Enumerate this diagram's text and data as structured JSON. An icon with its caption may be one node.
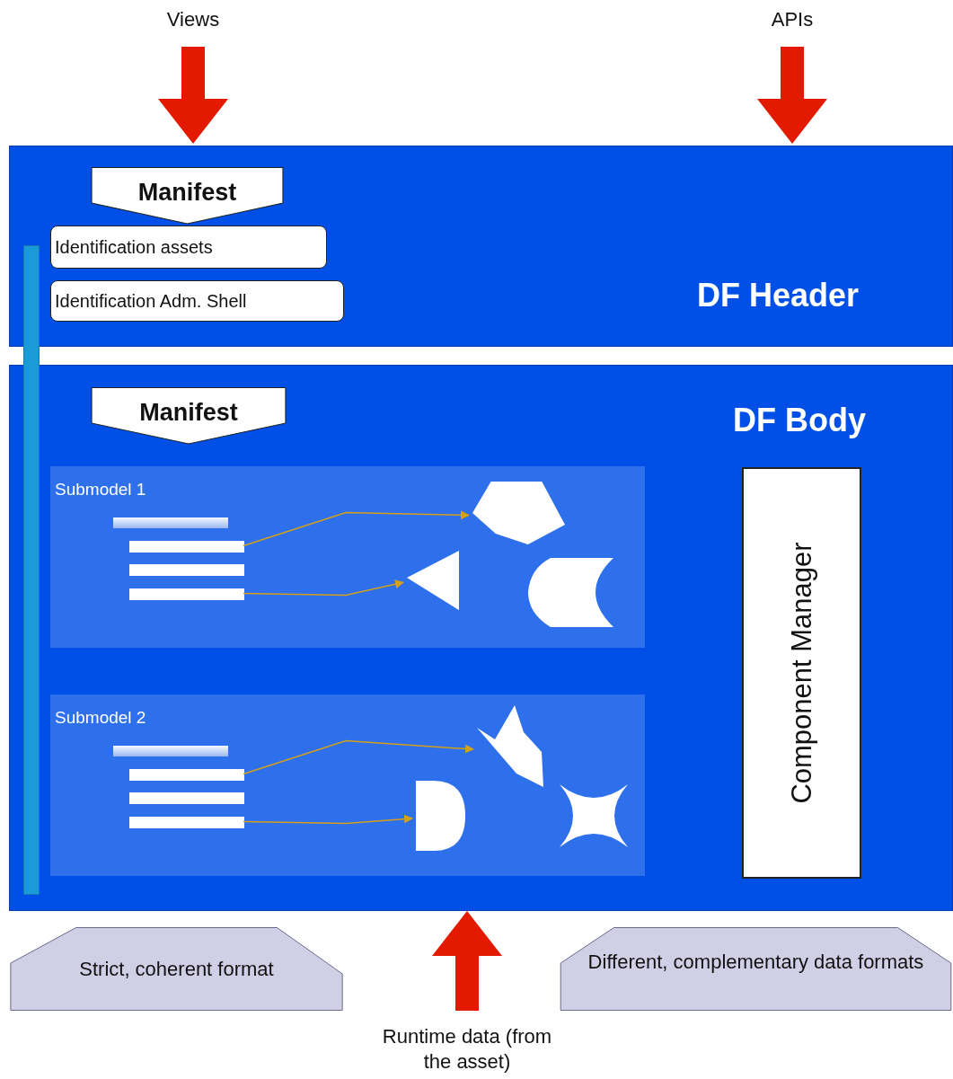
{
  "diagram": {
    "nodes": [
      {
        "text": [
          "Views"
        ]
      },
      {
        "text": [
          "APIs"
        ]
      },
      {
        "text": [
          "DF Header"
        ]
      },
      {
        "text": [
          "Manifest"
        ],
        "in": 2
      },
      {
        "text": [
          "Identification assets"
        ],
        "in": 2
      },
      {
        "text": [
          "Identification Adm. Shell"
        ],
        "in": 2
      },
      {
        "text": [
          "DF Body"
        ]
      },
      {
        "text": [
          "Manifest"
        ],
        "in": 6
      },
      {
        "text": [
          "Submodel 1"
        ],
        "in": 6
      },
      {
        "text": [],
        "shape": "bar",
        "in": 8
      },
      {
        "text": [],
        "shape": "bar",
        "in": 8
      },
      {
        "text": [],
        "shape": "bar",
        "in": 8
      },
      {
        "text": [],
        "shape": "bar",
        "in": 8
      },
      {
        "text": [],
        "shape": "hexagon",
        "in": 8
      },
      {
        "text": [],
        "shape": "triangle",
        "in": 8
      },
      {
        "text": [],
        "shape": "crescent",
        "in": 8
      },
      {
        "text": [
          "Submodel 2"
        ],
        "in": 6
      },
      {
        "text": [],
        "shape": "bar",
        "in": 16
      },
      {
        "text": [],
        "shape": "bar",
        "in": 16
      },
      {
        "text": [],
        "shape": "bar",
        "in": 16
      },
      {
        "text": [],
        "shape": "bar",
        "in": 16
      },
      {
        "text": [],
        "shape": "polygon",
        "in": 16
      },
      {
        "text": [],
        "shape": "semicircle",
        "in": 16
      },
      {
        "text": [],
        "shape": "star",
        "in": 16
      },
      {
        "text": [
          "Component Manager"
        ],
        "in": 6
      },
      {
        "text": [],
        "shape": "bar"
      },
      {
        "text": [
          "Strict, coherent format"
        ]
      },
      {
        "text": [
          "Different, complementary data formats"
        ]
      },
      {
        "text": [
          "Runtime data (from the asset)"
        ]
      }
    ],
    "edges": [
      {
        "from": 0,
        "to": 2,
        "arrow": "to",
        "style": "thick",
        "color": "#e31a00"
      },
      {
        "from": 1,
        "to": 2,
        "arrow": "to",
        "style": "thick",
        "color": "#e31a00"
      },
      {
        "from": 10,
        "to": 13,
        "arrow": "to"
      },
      {
        "from": 12,
        "to": 14,
        "arrow": "to"
      },
      {
        "from": 18,
        "to": 21,
        "arrow": "to"
      },
      {
        "from": 20,
        "to": 22,
        "arrow": "to"
      },
      {
        "from": 28,
        "to": 6,
        "arrow": "to",
        "style": "thick",
        "color": "#e31a00"
      }
    ]
  }
}
